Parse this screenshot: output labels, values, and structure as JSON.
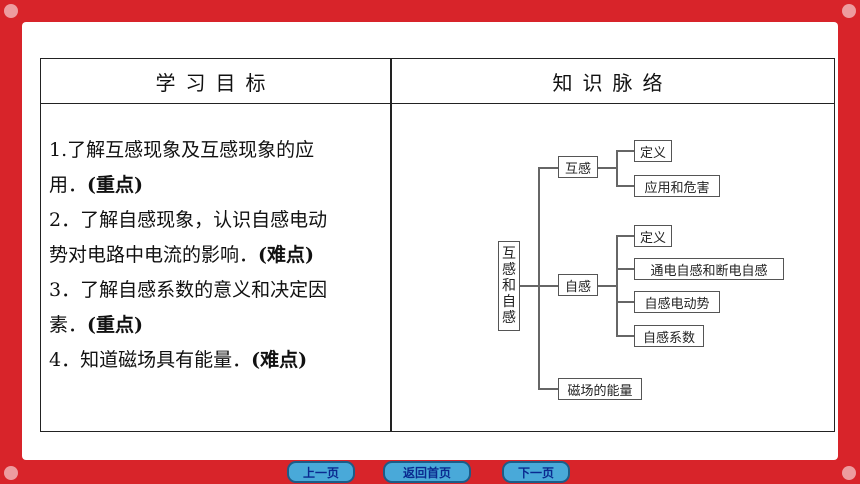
{
  "table": {
    "header_left": "学习目标",
    "header_right": "知识脉络",
    "goals": [
      {
        "text": "1.了解互感现象及互感现象的应",
        "tag": ""
      },
      {
        "text": "用．",
        "tag": "(重点)"
      },
      {
        "text": "2．了解自感现象，认识自感电动",
        "tag": ""
      },
      {
        "text": "势对电路中电流的影响．",
        "tag": "(难点)"
      },
      {
        "text": "3．了解自感系数的意义和决定因",
        "tag": ""
      },
      {
        "text": "素．",
        "tag": "(重点)"
      },
      {
        "text": "4．知道磁场具有能量．",
        "tag": "(难点)"
      }
    ]
  },
  "mindmap": {
    "root": "互感和自感",
    "root_chars": [
      "互",
      "感",
      "和",
      "自",
      "感"
    ],
    "mutual": "互感",
    "mutual_items": [
      "定义",
      "应用和危害"
    ],
    "self": "自感",
    "self_items": [
      "定义",
      "通电自感和断电自感",
      "自感电动势",
      "自感系数"
    ],
    "energy": "磁场的能量"
  },
  "nav": {
    "prev": "上一页",
    "home": "返回首页",
    "next": "下一页"
  },
  "colors": {
    "frame": "#d8242a",
    "nav_button": "#49a9d9",
    "nav_text": "#0a2a90"
  }
}
